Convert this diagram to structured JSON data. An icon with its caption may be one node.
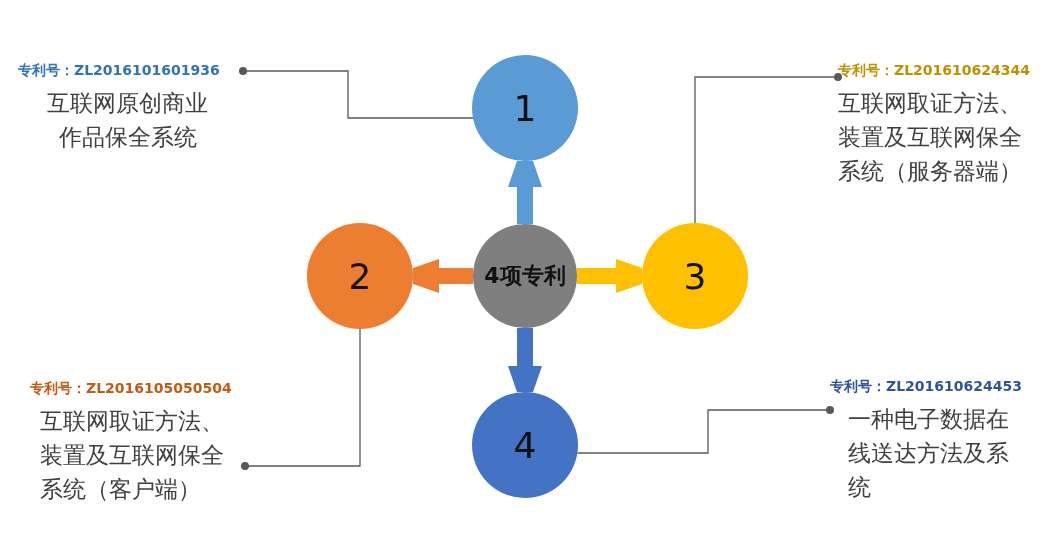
{
  "diagram": {
    "nodes": [
      {
        "text": [
          "4项专利"
        ]
      },
      {
        "text": [
          "1"
        ]
      },
      {
        "text": [
          "2"
        ]
      },
      {
        "text": [
          "3"
        ]
      },
      {
        "text": [
          "4"
        ]
      },
      {
        "text": [
          "专利号：ZL2016101601936",
          "互联网原创商业作品保全系统"
        ]
      },
      {
        "text": [
          "专利号：ZL201610624344",
          "互联网取证方法、装置及互联网保全系统（服务器端）"
        ]
      },
      {
        "text": [
          "专利号：ZL2016105050504",
          "互联网取证方法、装置及互联网保全系统（客户端）"
        ]
      },
      {
        "text": [
          "专利号：ZL201610624453",
          "一种电子数据在线送达方法及系统"
        ]
      }
    ],
    "edges": [
      {
        "from": 0,
        "to": 1,
        "arrow": "to",
        "style": "thick",
        "color": "#5b9bd5"
      },
      {
        "from": 0,
        "to": 2,
        "arrow": "to",
        "style": "thick",
        "color": "#ed7d31"
      },
      {
        "from": 0,
        "to": 3,
        "arrow": "to",
        "style": "thick",
        "color": "#ffc000"
      },
      {
        "from": 0,
        "to": 4,
        "arrow": "to",
        "style": "thick",
        "color": "#4472c4"
      },
      {
        "from": 5,
        "to": 1,
        "arrow": "other"
      },
      {
        "from": 6,
        "to": 3,
        "arrow": "other"
      },
      {
        "from": 7,
        "to": 2,
        "arrow": "other"
      },
      {
        "from": 8,
        "to": 4,
        "arrow": "other"
      }
    ]
  }
}
